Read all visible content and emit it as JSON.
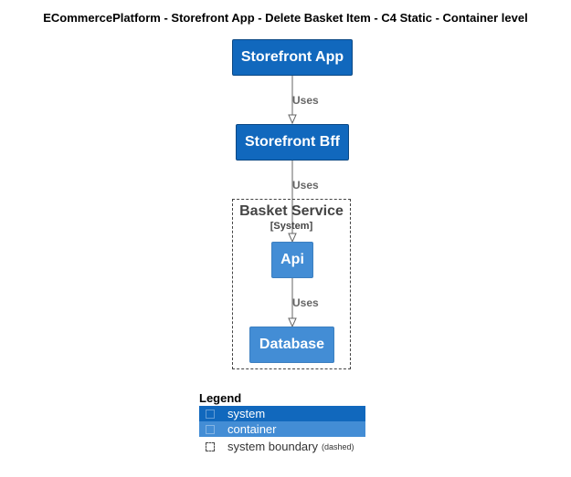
{
  "title": "ECommercePlatform - Storefront App - Delete Basket Item - C4 Static - Container level",
  "colors": {
    "system": "#1168BD",
    "container": "#438DD5",
    "boundary_border": "#444444",
    "relation_text": "#666666"
  },
  "nodes": {
    "storefront_app": "Storefront App",
    "storefront_bff": "Storefront Bff",
    "api": "Api",
    "database": "Database"
  },
  "boundary": {
    "name": "Basket Service",
    "type": "[System]"
  },
  "relations": [
    {
      "from": "Storefront App",
      "to": "Storefront Bff",
      "label": "Uses"
    },
    {
      "from": "Storefront Bff",
      "to": "Api",
      "label": "Uses"
    },
    {
      "from": "Api",
      "to": "Database",
      "label": "Uses"
    }
  ],
  "legend": {
    "title": "Legend",
    "items": [
      {
        "label": "system",
        "note": ""
      },
      {
        "label": "container",
        "note": ""
      },
      {
        "label": "system boundary",
        "note": "(dashed)"
      }
    ]
  }
}
